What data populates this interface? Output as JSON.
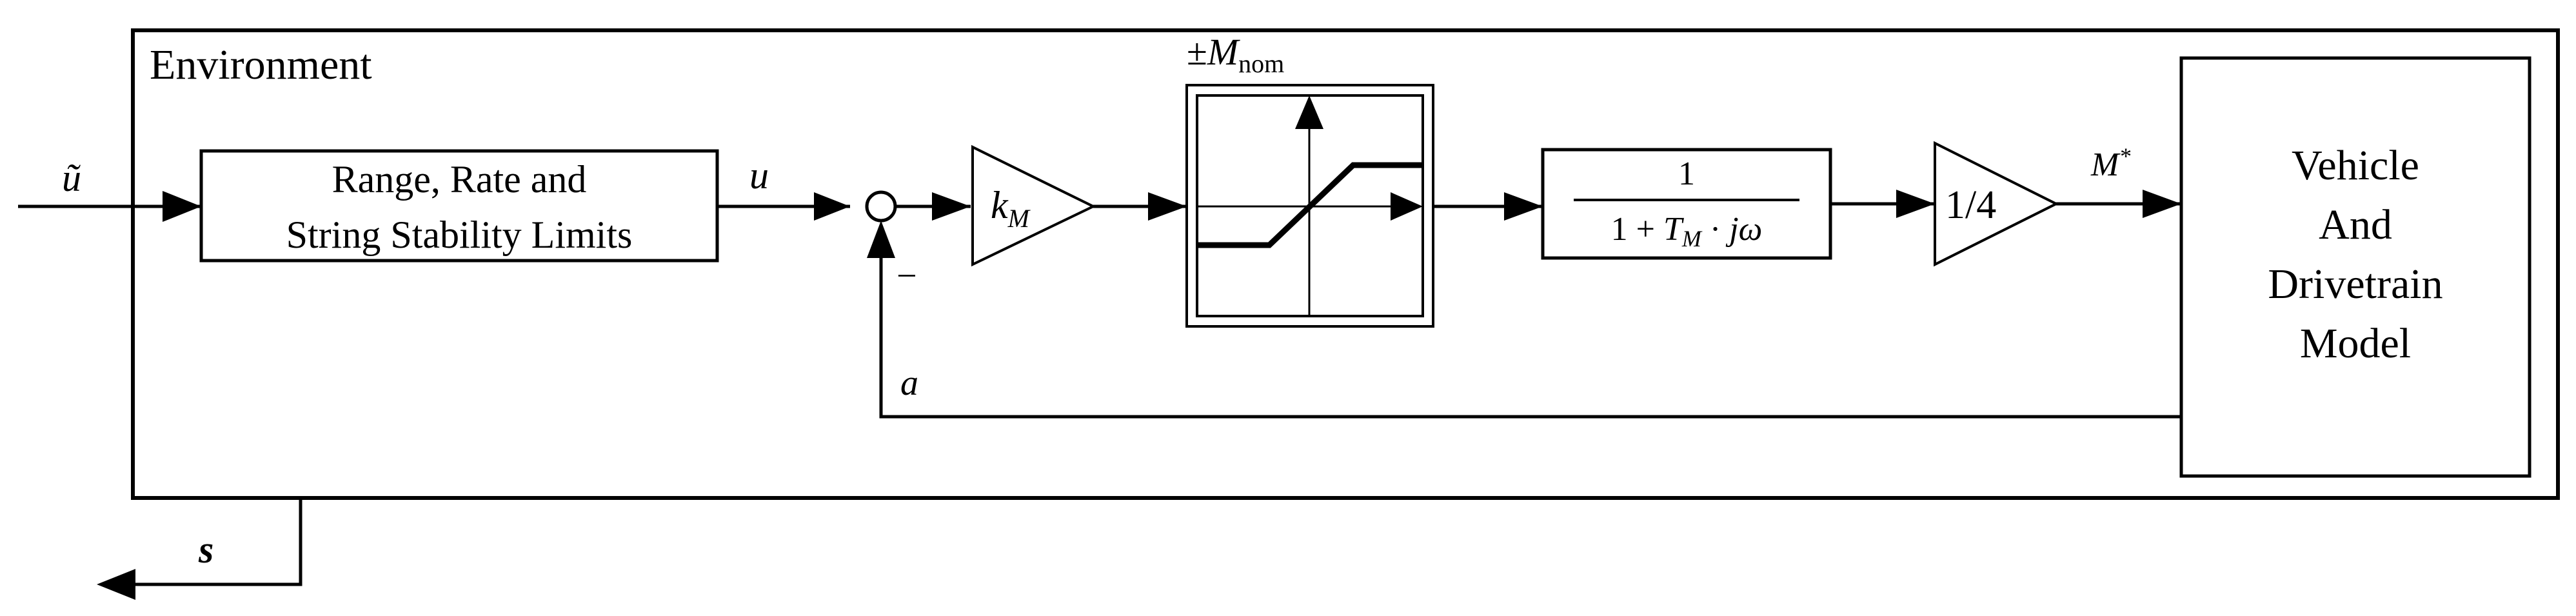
{
  "environment": {
    "title": "Environment"
  },
  "signals": {
    "input_u_tilde": "ũ",
    "u": "u",
    "a": "a",
    "minus": "−",
    "M_star_base": "M",
    "M_star_sup": "*",
    "s": "s"
  },
  "blocks": {
    "limits": {
      "line1": "Range, Rate and",
      "line2": "String Stability Limits"
    },
    "gain_k": {
      "base": "k",
      "sub": "M"
    },
    "saturation": {
      "label_pm": "±",
      "label_base": "M",
      "label_sub": "nom"
    },
    "transfer": {
      "numerator": "1",
      "denominator_prefix": "1 + ",
      "T": "T",
      "T_sub": "M",
      "dot": " · ",
      "jw": "jω"
    },
    "gain_quarter": {
      "label": "1/4"
    },
    "vehicle": {
      "line1": "Vehicle",
      "line2": "And",
      "line3": "Drivetrain",
      "line4": "Model"
    }
  }
}
